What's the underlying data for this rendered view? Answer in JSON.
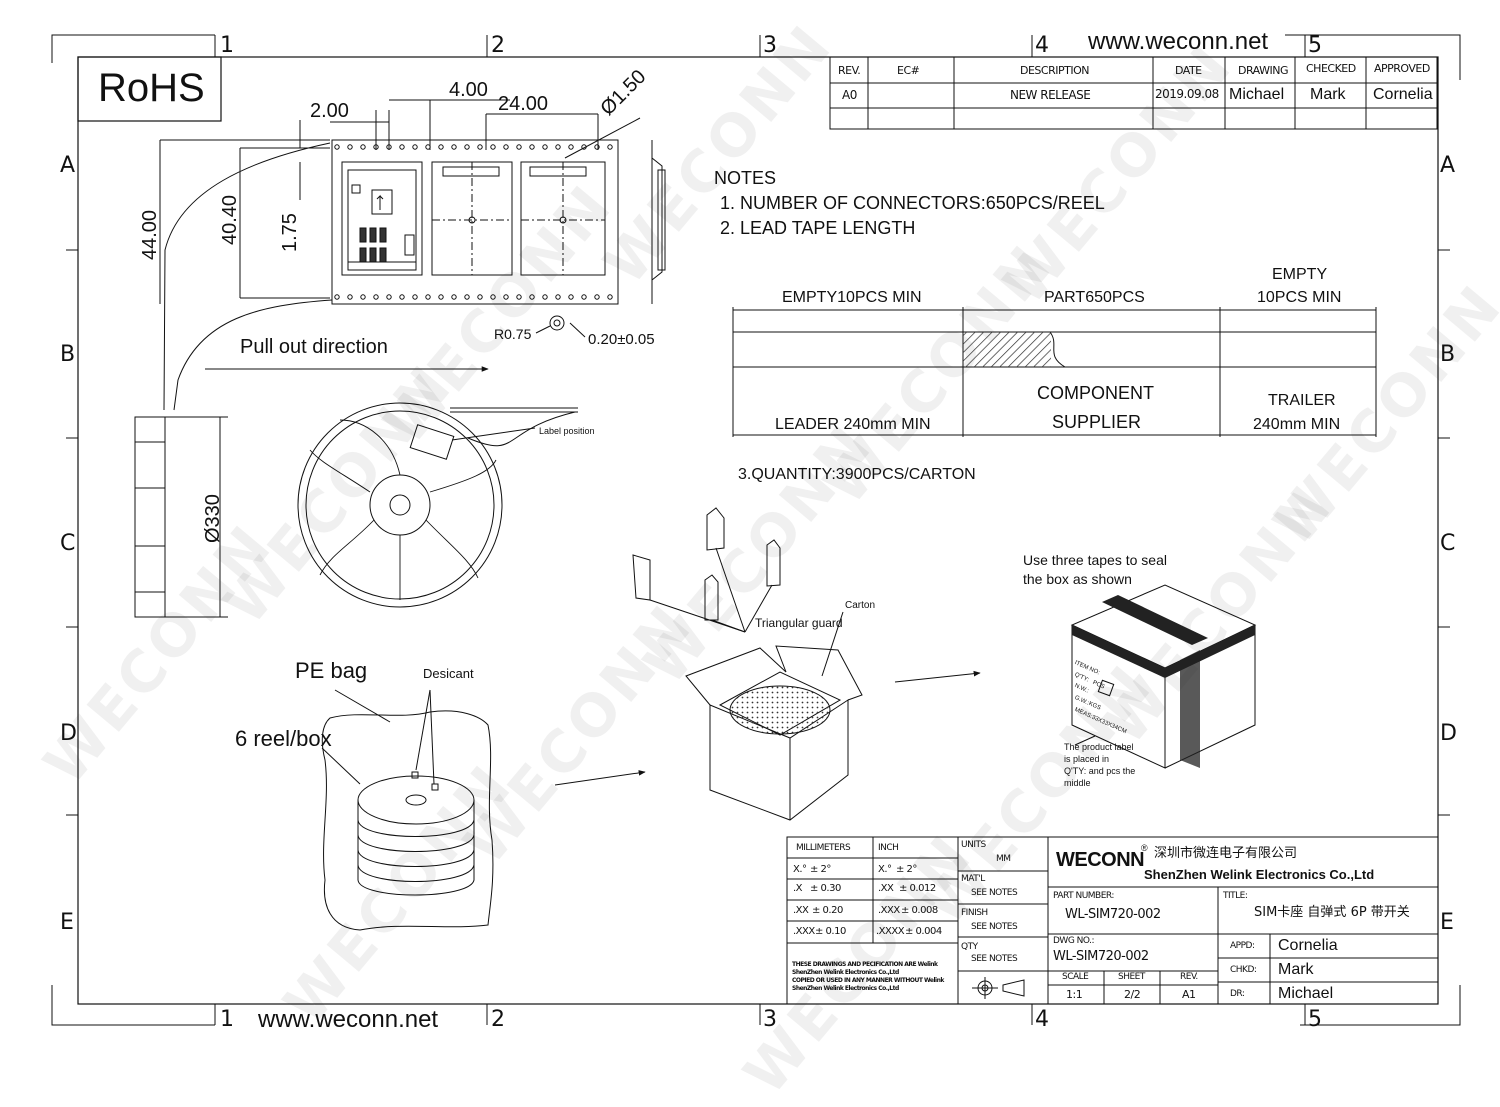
{
  "site_url": "www.weconn.net",
  "watermark": "WECONN",
  "zone_numbers": [
    "1",
    "2",
    "3",
    "4",
    "5"
  ],
  "zone_letters": [
    "A",
    "B",
    "C",
    "D",
    "E"
  ],
  "rohs": "RoHS",
  "revision_table": {
    "headers": {
      "rev": "REV.",
      "ec": "EC#",
      "description": "DESCRIPTION",
      "date": "DATE",
      "drawing": "DRAWING",
      "checked": "CHECKED",
      "approved": "APPROVED"
    },
    "row": {
      "rev": "A0",
      "ec": "",
      "description": "NEW RELEASE",
      "date": "2019.09.08",
      "drawing": "Michael",
      "checked": "Mark",
      "approved": "Cornelia"
    }
  },
  "dimensions": {
    "d_2_00": "2.00",
    "d_4_00": "4.00",
    "d_24_00": "24.00",
    "d_dia_1_50": "Ø1.50",
    "d_44_00": "44.00",
    "d_40_40": "40.40",
    "d_1_75": "1.75",
    "d_r0_75": "R0.75",
    "d_0_20": "0.20±0.05",
    "d_dia_330": "Ø330"
  },
  "labels": {
    "pull_out": "Pull out direction",
    "label_position": "Label position",
    "pe_bag": "PE bag",
    "desiccant": "Desicant",
    "reel_box": "6 reel/box",
    "triangular_guard": "Triangular guard",
    "carton": "Carton",
    "three_tapes_1": "Use three tapes to seal",
    "three_tapes_2": "the box as shown",
    "box_item_no": "ITEM NO:",
    "box_qty": "Q'TY:",
    "box_qty_unit": "PCS",
    "box_nw": "N.W.:",
    "box_gw": "G.W.:",
    "box_kgs": "KGS",
    "box_meas": "MEAS:33X33X34CM",
    "product_label_1": "The product label",
    "product_label_2": "is placed in",
    "product_label_3": "Q'TY:  and pcs the",
    "product_label_4": "middle"
  },
  "notes": {
    "title": "NOTES",
    "n1": "1. NUMBER OF CONNECTORS:650PCS/REEL",
    "n2": "2. LEAD TAPE LENGTH",
    "n3": "3.QUANTITY:3900PCS/CARTON"
  },
  "tape_diagram": {
    "empty_min": "EMPTY10PCS MIN",
    "part": "PART650PCS",
    "empty_top": "EMPTY",
    "empty_bottom": "10PCS MIN",
    "leader": "LEADER 240mm MIN",
    "component": "COMPONENT",
    "supplier": "SUPPLIER",
    "trailer": "TRAILER",
    "trailer_len": "240mm MIN"
  },
  "tolerance_table": {
    "mm_header": "MILLIMETERS",
    "inch_header": "INCH",
    "rows": [
      {
        "mm_k": "X.°",
        "mm_v": "±  2°",
        "in_k": "X.°",
        "in_v": "±  2°"
      },
      {
        "mm_k": ".X",
        "mm_v": "± 0.30",
        "in_k": ".XX",
        "in_v": "± 0.012"
      },
      {
        "mm_k": ".XX",
        "mm_v": "± 0.20",
        "in_k": ".XXX",
        "in_v": "± 0.008"
      },
      {
        "mm_k": ".XXX",
        "mm_v": "± 0.10",
        "in_k": ".XXXX",
        "in_v": "± 0.004"
      }
    ],
    "disclaimer_1": "THESE DRAWINGS AND PECIFICATION  ARE Welink",
    "disclaimer_2": "ShenZhen Welink Electronics Co.,Ltd",
    "disclaimer_3": " COPIED OR USED IN ANY MANNER WITHOUT Welink",
    "disclaimer_4": "ShenZhen Welink Electronics Co.,Ltd"
  },
  "title_block": {
    "units_label": "UNITS",
    "units_value": "MM",
    "matl_label": "MAT'L",
    "matl_value": "SEE NOTES",
    "finish_label": "FINISH",
    "finish_value": "SEE NOTES",
    "qty_label": "QTY",
    "qty_value": "SEE NOTES",
    "brand": "WECONN",
    "brand_mark": "®",
    "company_cn": "深圳市微连电子有限公司",
    "company_en": "ShenZhen Welink Electronics Co.,Ltd",
    "part_number_label": "PART NUMBER:",
    "part_number": "WL-SIM720-002",
    "title_label": "TITLE:",
    "title_value": "SIM卡座 自弹式 6P 带开关",
    "dwg_label": "DWG NO.:",
    "dwg_value": "WL-SIM720-002",
    "scale_label": "SCALE",
    "scale_value": "1:1",
    "sheet_label": "SHEET",
    "sheet_value": "2/2",
    "rev_label": "REV.",
    "rev_value": "A1",
    "appd_label": "APPD:",
    "appd_value": "Cornelia",
    "chkd_label": "CHKD:",
    "chkd_value": "Mark",
    "dr_label": "DR:",
    "dr_value": "Michael"
  }
}
